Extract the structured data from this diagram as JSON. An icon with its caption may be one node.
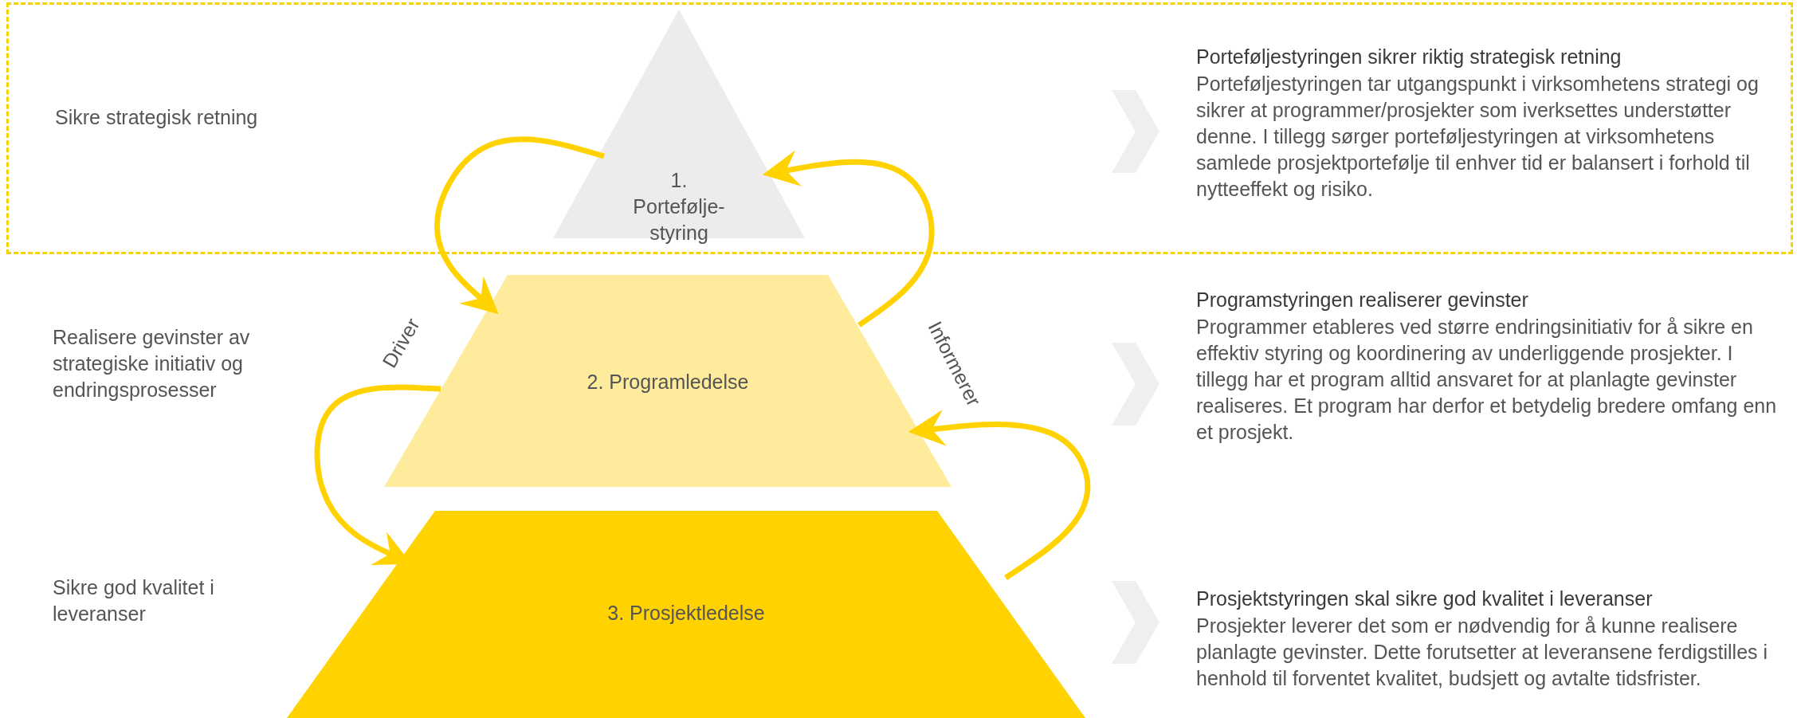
{
  "diagram": {
    "nodes": [
      {
        "text": [
          "Sikre strategisk retning"
        ]
      },
      {
        "text": [
          "1. Portefølje- styring"
        ],
        "in": 0
      },
      {
        "text": [
          "2. Programledelse"
        ]
      },
      {
        "text": [
          "3. Prosjektledelse"
        ]
      }
    ],
    "edges": [
      {
        "from": 1,
        "to": 2,
        "arrow": "to"
      },
      {
        "from": 2,
        "to": 3,
        "arrow": "to"
      },
      {
        "from": 3,
        "to": 2,
        "arrow": "to"
      },
      {
        "from": 2,
        "to": 1,
        "arrow": "to"
      }
    ],
    "labels": [
      "Porteføljestyringen sikrer riktig strategisk retning",
      "Porteføljestyringen tar utgangspunkt i virksomhetens strategi og sikrer at programmer/prosjekter som iverksettes understøtter denne. I tillegg sørger porteføljestyringen at virksomhetens samlede prosjektportefølje til enhver tid er balansert i forhold til nytteeffekt og risiko.",
      "Driver",
      "Realisere gevinster av strategiske initiativ og endringsprosesser",
      "Informerer",
      "Programstyringen realiserer gevinster",
      "Programmer etableres ved større endringsinitiativ for å sikre en effektiv styring og koordinering av underliggende prosjekter. I tillegg har et program alltid ansvaret for at planlagte gevinster realiseres. Et program har derfor et betydelig bredere omfang enn et prosjekt.",
      "Sikre god kvalitet i leveranser",
      "Prosjektstyringen skal sikre god kvalitet i leveranser",
      "Prosjekter leverer det som er nødvendig for å kunne realisere planlagte gevinster. Dette forutsetter at leveransene ferdigstilles i henhold til forventet kvalitet, budsjett og avtalte tidsfrister."
    ]
  }
}
